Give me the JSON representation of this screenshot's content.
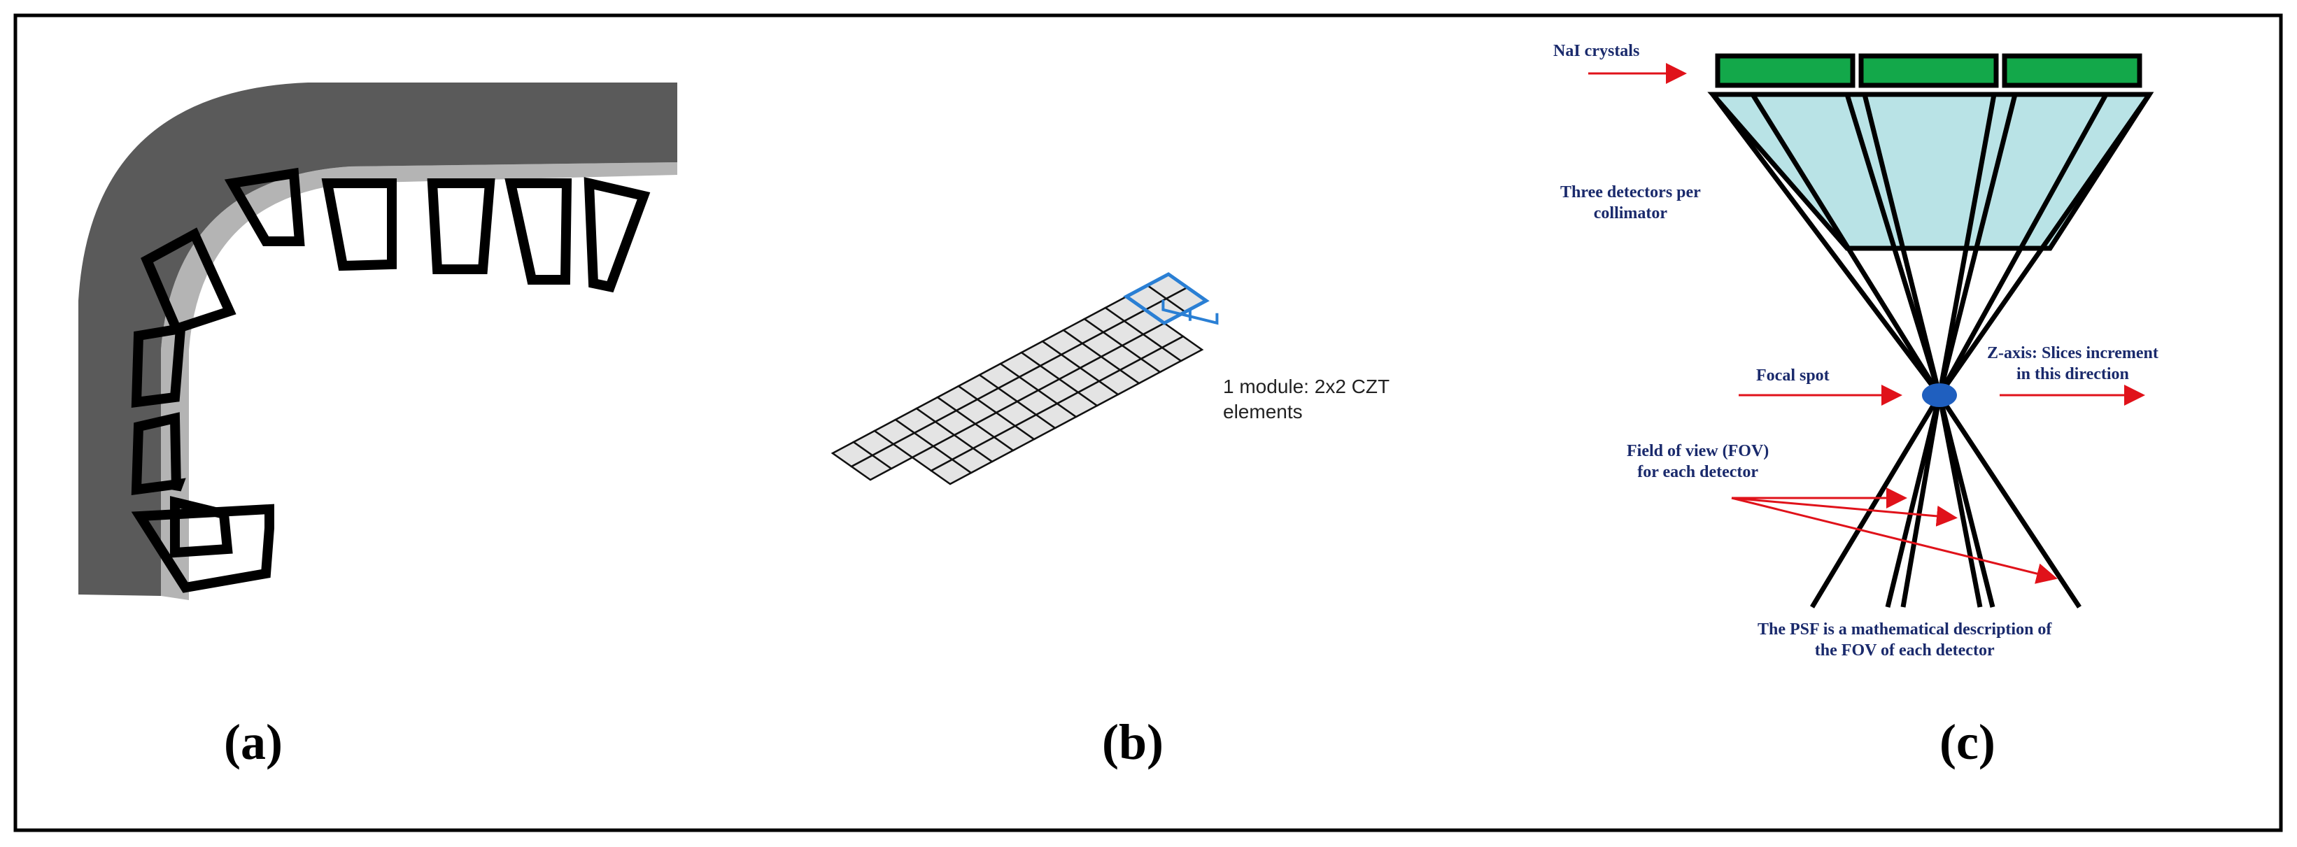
{
  "panels": {
    "a": {
      "label": "(a)"
    },
    "b": {
      "label": "(b)",
      "module_line1": "1 module: 2x2 CZT",
      "module_line2": "elements"
    },
    "c": {
      "label": "(c)",
      "nai": "NaI crystals",
      "three_line1": "Three detectors per",
      "three_line2": "collimator",
      "focal": "Focal spot",
      "zaxis_line1": "Z-axis: Slices increment",
      "zaxis_line2": "in this direction",
      "fov_line1": "Field of view (FOV)",
      "fov_line2": "for each detector",
      "psf_line1": "The PSF is a mathematical description of",
      "psf_line2": "the FOV of each detector"
    }
  },
  "colors": {
    "gantry": "#5a5a5a",
    "gantry_inner": "#b4b4b4",
    "crystal": "#13a84a",
    "collimator": "#b9e3e6",
    "focal_spot": "#1f5fbf",
    "arrow": "#e0121a",
    "module_highlight": "#2a7fd4",
    "text_blue": "#1a2a6c"
  }
}
